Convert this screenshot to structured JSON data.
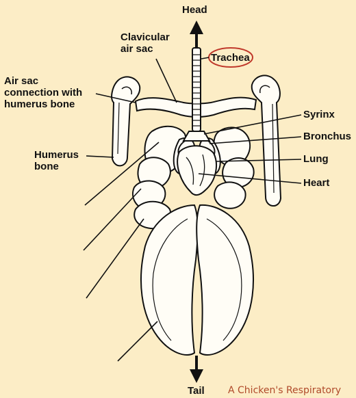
{
  "labels": {
    "head": "Head",
    "tail": "Tail",
    "clavicular_air_sac": "Clavicular\nair sac",
    "trachea": "Trachea",
    "air_sac_connection": "Air sac\nconnection with\nhumerus bone",
    "humerus_bone": "Humerus\nbone",
    "syrinx": "Syrinx",
    "bronchus": "Bronchus",
    "lung": "Lung",
    "heart": "Heart"
  },
  "caption": "A Chicken's Respiratory",
  "colors": {
    "background": "#fcedc6",
    "ink": "#111111",
    "trachea_circle": "#c0392b",
    "caption": "#b04a2a",
    "organ_fill": "#fffdf6"
  }
}
